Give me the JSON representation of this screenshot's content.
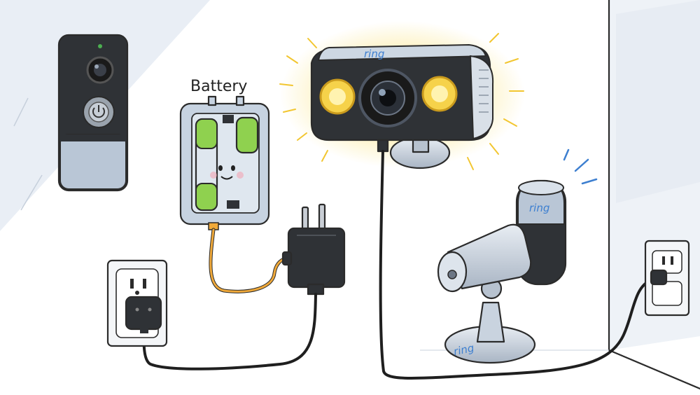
{
  "labels": {
    "battery": "Battery",
    "brand_floodlight": "ring",
    "brand_stickup": "ring",
    "brand_mount": "ring"
  },
  "colors": {
    "wall_shade": "#e6ecf3",
    "device_dark": "#2f3236",
    "device_light": "#b9c6d6",
    "battery_green": "#8fd14f",
    "cable_dark": "#1f1f1f",
    "cable_orange": "#f0a93a",
    "light_glow": "#f6d24a",
    "brand_blue": "#3d7fd0",
    "outlet": "#f4f6f8"
  },
  "icons": [
    "doorbell-icon",
    "battery-pack-icon",
    "floodlight-camera-icon",
    "power-adapter-icon",
    "wall-outlet-icon",
    "stick-up-camera-icon"
  ]
}
